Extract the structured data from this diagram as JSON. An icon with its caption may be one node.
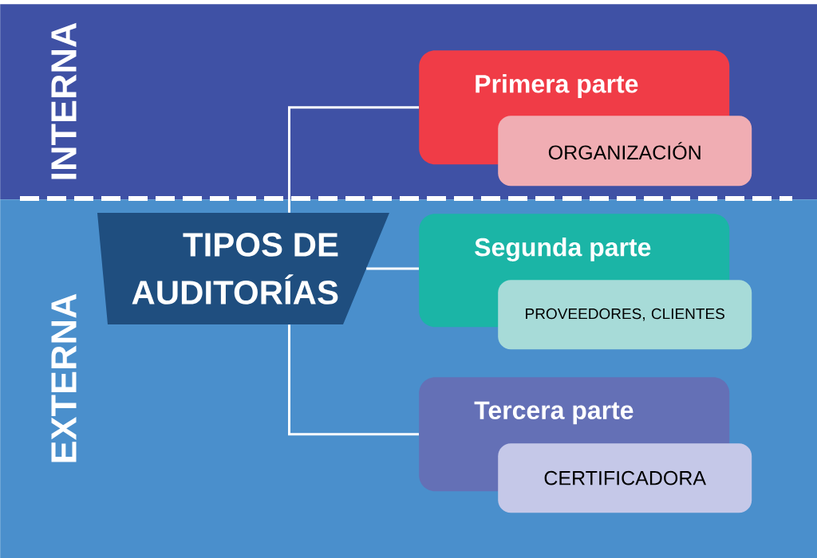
{
  "diagram": {
    "nodes": [
      {
        "text": [
          "INTERNA"
        ]
      },
      {
        "text": [
          "Primera parte"
        ],
        "in": 0
      },
      {
        "text": [
          "ORGANIZACIÓN"
        ],
        "in": 0
      },
      {
        "text": [
          "EXTERNA"
        ]
      },
      {
        "text": [
          "TIPOS DE AUDITORÍAS"
        ],
        "in": 3
      },
      {
        "text": [
          "Segunda parte"
        ],
        "in": 3
      },
      {
        "text": [
          "PROVEEDORES, CLIENTES"
        ],
        "in": 3
      },
      {
        "text": [
          "Tercera parte"
        ],
        "in": 3
      },
      {
        "text": [
          "CERTIFICADORA"
        ],
        "in": 3
      }
    ],
    "edges": [
      {
        "from": 4,
        "to": 1,
        "arrow": "none"
      },
      {
        "from": 4,
        "to": 5,
        "arrow": "none"
      },
      {
        "from": 4,
        "to": 7,
        "arrow": "none"
      }
    ]
  }
}
